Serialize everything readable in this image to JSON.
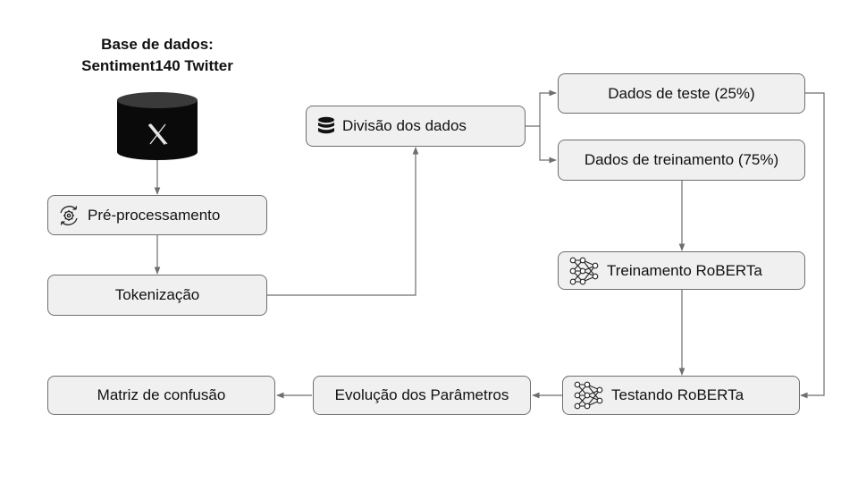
{
  "title": {
    "line1": "Base de dados:",
    "line2": "Sentiment140 Twitter"
  },
  "database": {
    "icon": "x-logo-icon"
  },
  "nodes": {
    "preprocessing": "Pré-processamento",
    "tokenization": "Tokenização",
    "split": "Divisão dos dados",
    "test_data": "Dados de teste (25%)",
    "train_data": "Dados de treinamento (75%)",
    "training": "Treinamento RoBERTa",
    "testing": "Testando RoBERTa",
    "evolution": "Evolução dos Parâmetros",
    "confusion": "Matriz de confusão"
  },
  "colors": {
    "box_fill": "#f0f0f0",
    "box_border": "#6e6e6e",
    "arrow": "#6e6e6e",
    "database": "#0a0a0a"
  }
}
